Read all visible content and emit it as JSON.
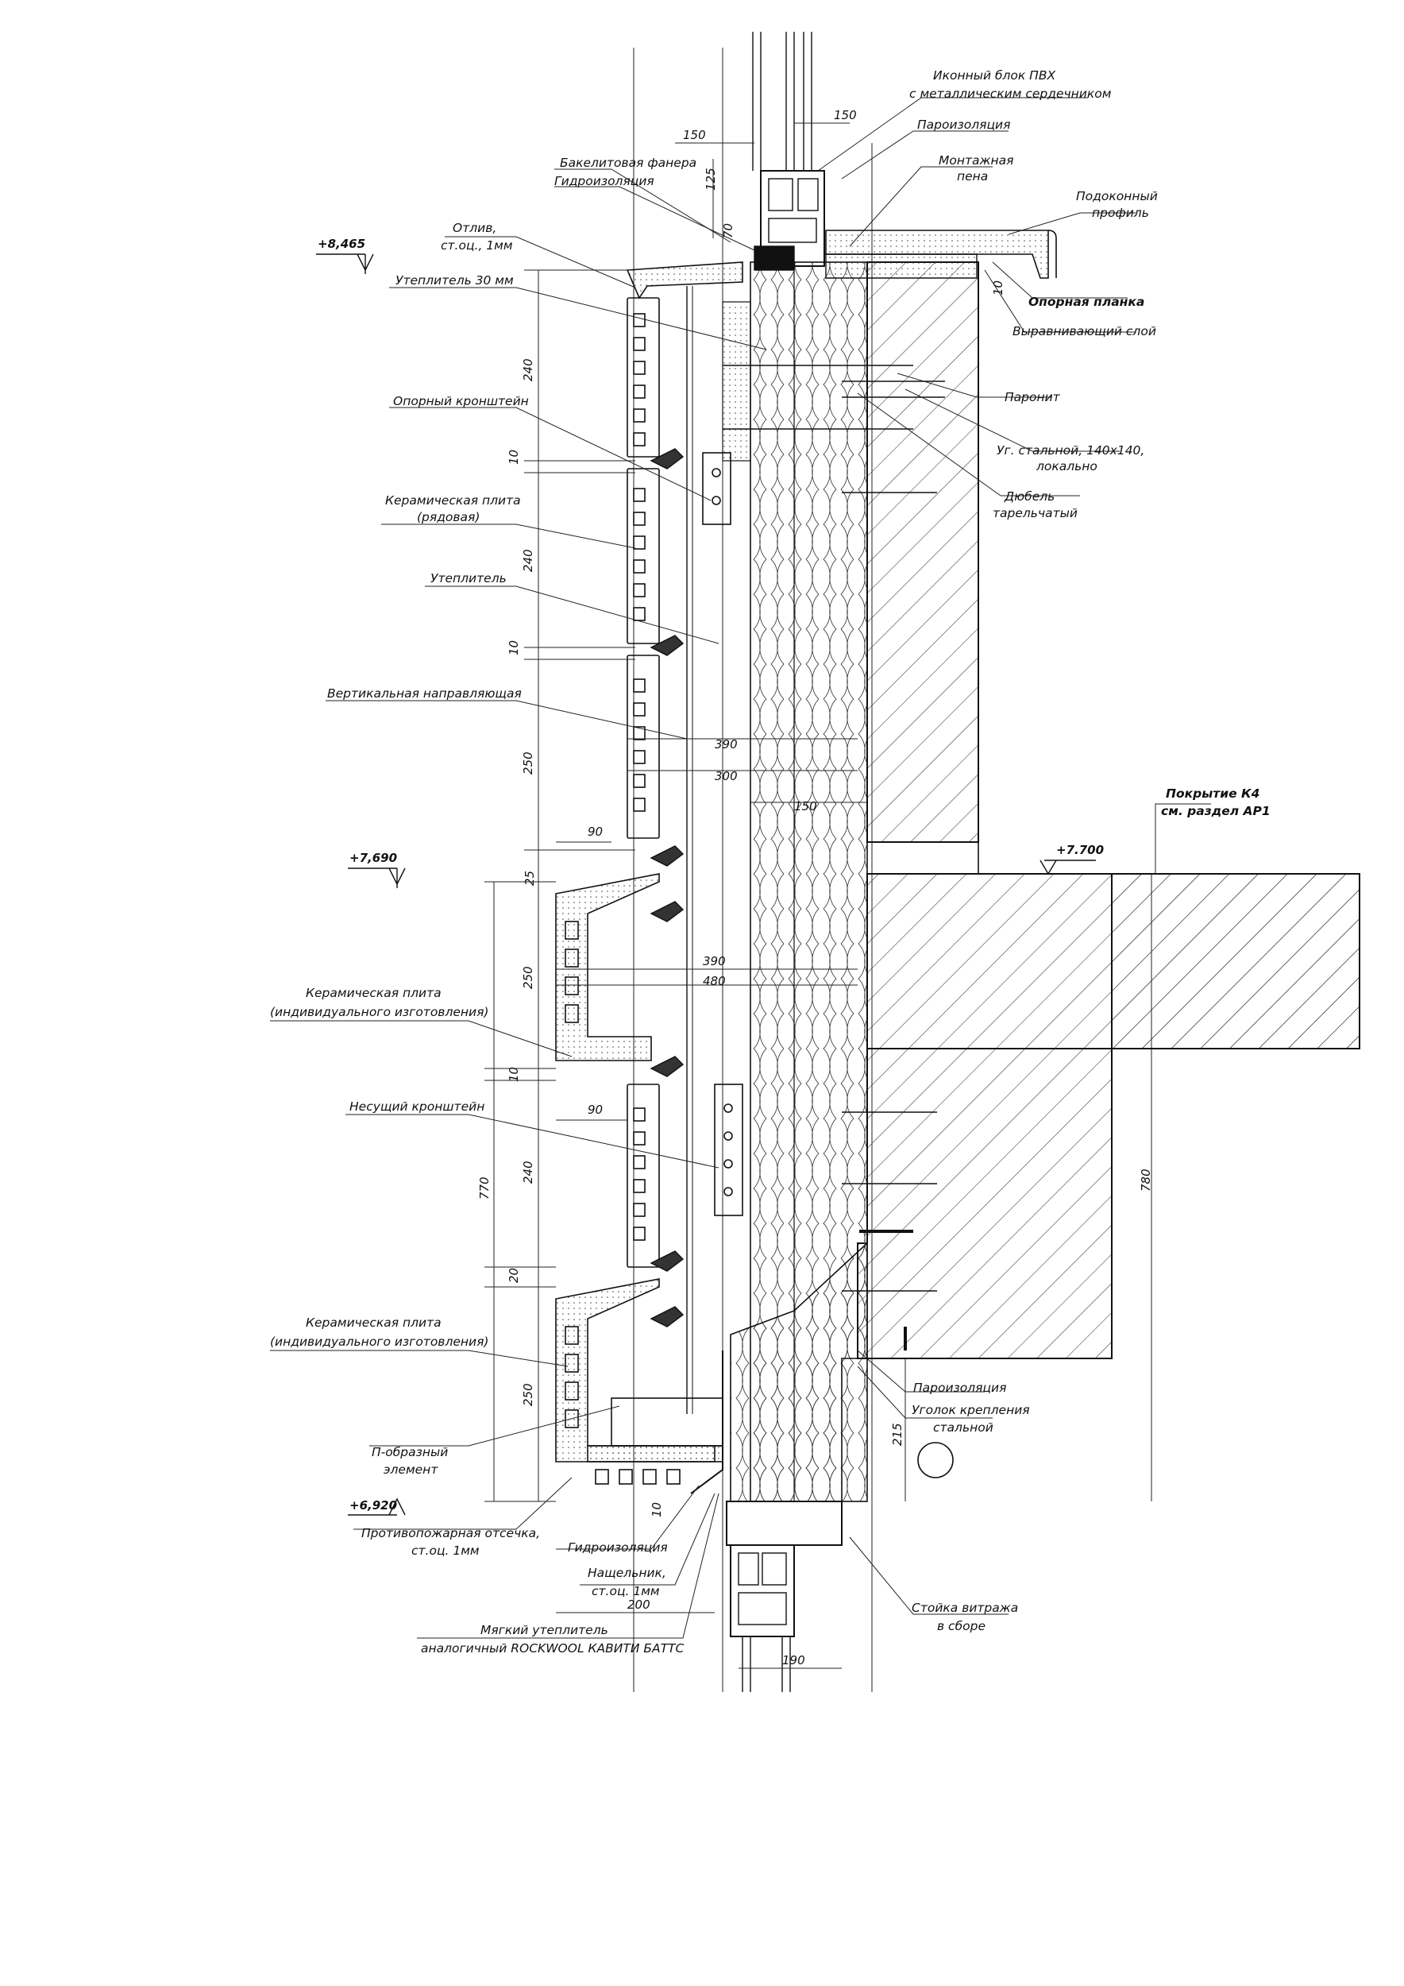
{
  "levels": {
    "l8465": "+8,465",
    "l7690": "+7,690",
    "l7700": "+7.700",
    "l6920": "+6,920"
  },
  "labels": {
    "okonny_1": "Иконный блок ПВХ",
    "okonny_2": "с металлическим сердечником",
    "paroizol_top": "Пароизоляция",
    "montazh_1": "Монтажная",
    "montazh_2": "пена",
    "podokon_1": "Подоконный",
    "podokon_2": "профиль",
    "opornaya_planka": "Опорная планка",
    "vyravn": "Выравнивающий слой",
    "bakelit": "Бакелитовая фанера",
    "gidro_top": "Гидроизоляция",
    "otliv_1": "Отлив,",
    "otliv_2": "ст.оц., 1мм",
    "uteplitel30": "Утеплитель 30 мм",
    "paronit": "Паронит",
    "ugolok_1": "Уг. стальной, 140х140,",
    "ugolok_2": "локально",
    "dyubel_1": "Дюбель",
    "dyubel_2": "тарельчатый",
    "oporny_kr": "Опорный кронштейн",
    "ker_ryad_1": "Керамическая плита",
    "ker_ryad_2": "(рядовая)",
    "uteplitel": "Утеплитель",
    "vert_napr": "Вертикальная направляющая",
    "pokrytie_1": "Покрытие К4",
    "pokrytie_2": "см. раздел АР1",
    "ker_ind1_1": "Керамическая плита",
    "ker_ind1_2": "(индивидуального изготовления)",
    "nesushchy_kr": "Несущий кронштейн",
    "ker_ind2_1": "Керамическая плита",
    "ker_ind2_2": "(индивидуального изготовления)",
    "paroizol_bot": "Пароизоляция",
    "ugolok_kr_1": "Уголок крепления",
    "ugolok_kr_2": "стальной",
    "p_obr_1": "П-образный",
    "p_obr_2": "элемент",
    "protivopozh_1": "Противопожарная отсечка,",
    "protivopozh_2": "ст.оц. 1мм",
    "gidro_bot": "Гидроизоляция",
    "nashchel_1": "Нащельник,",
    "nashchel_2": "ст.оц. 1мм",
    "stoyka_1": "Стойка витража",
    "stoyka_2": "в сборе",
    "myagky_1": "Мягкий утеплитель",
    "myagky_2": "аналогичный ROCKWOOL КАВИТИ БАТТС"
  },
  "dims": {
    "d150_top": "150",
    "d150_win": "150",
    "d125": "125",
    "d70": "70",
    "d10_sill": "10",
    "d240_a": "240",
    "d10_a": "10",
    "d240_b": "240",
    "d10_b": "10",
    "d250_a": "250",
    "d390_a": "390",
    "d300": "300",
    "d150_mid": "150",
    "d90_a": "90",
    "d25": "25",
    "d390_b": "390",
    "d480": "480",
    "d250_b": "250",
    "d10_c": "10",
    "d90_b": "90",
    "d770": "770",
    "d240_c": "240",
    "d20": "20",
    "d250_c": "250",
    "d780": "780",
    "d215": "215",
    "d10_d": "10",
    "d200": "200",
    "d190": "190"
  }
}
